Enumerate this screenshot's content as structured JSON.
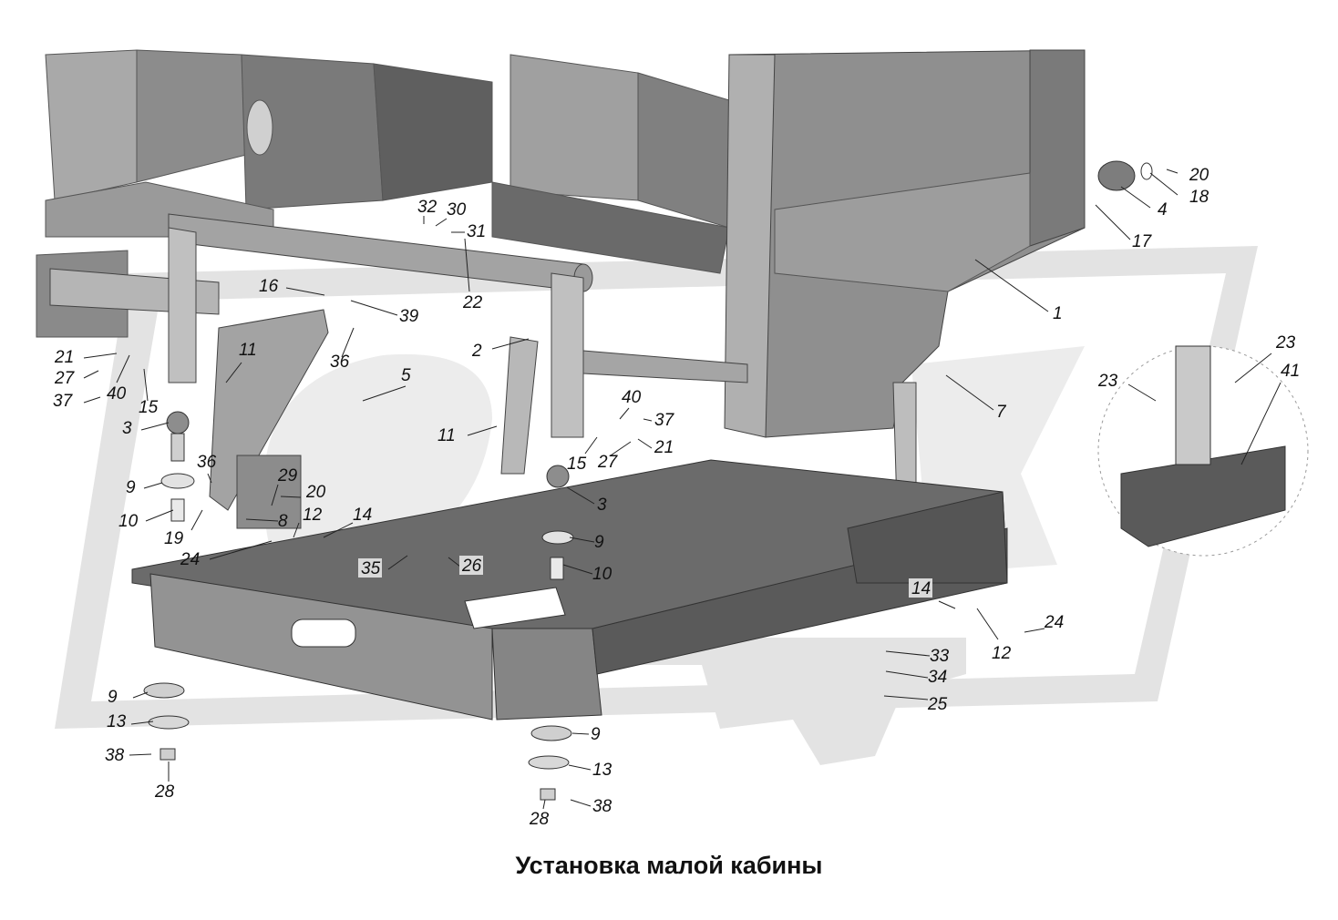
{
  "caption": "Установка малой кабины",
  "watermark_text": "МАЗ",
  "colors": {
    "background": "#ffffff",
    "watermark": "#e3e3e3",
    "panel_light": "#a9a9a9",
    "panel_mid": "#8c8c8c",
    "panel_dark": "#5f5f5f",
    "frame_dark": "#5a5a5a",
    "frame_top": "#6b6b6b",
    "line": "#222222"
  },
  "parts": [
    {
      "id": "p20a",
      "label": "20",
      "highlight": false
    },
    {
      "id": "p18",
      "label": "18",
      "highlight": false
    },
    {
      "id": "p4",
      "label": "4",
      "highlight": false
    },
    {
      "id": "p17",
      "label": "17",
      "highlight": false
    },
    {
      "id": "p1",
      "label": "1",
      "highlight": false
    },
    {
      "id": "p7",
      "label": "7",
      "highlight": false
    },
    {
      "id": "p32",
      "label": "32",
      "highlight": false
    },
    {
      "id": "p30",
      "label": "30",
      "highlight": false
    },
    {
      "id": "p31",
      "label": "31",
      "highlight": false
    },
    {
      "id": "p22",
      "label": "22",
      "highlight": false
    },
    {
      "id": "p16",
      "label": "16",
      "highlight": false
    },
    {
      "id": "p39",
      "label": "39",
      "highlight": false
    },
    {
      "id": "p2",
      "label": "2",
      "highlight": false
    },
    {
      "id": "p36a",
      "label": "36",
      "highlight": false
    },
    {
      "id": "p5",
      "label": "5",
      "highlight": false
    },
    {
      "id": "p11a",
      "label": "11",
      "highlight": false
    },
    {
      "id": "p11b",
      "label": "11",
      "highlight": false
    },
    {
      "id": "p21a",
      "label": "21",
      "highlight": false
    },
    {
      "id": "p27a",
      "label": "27",
      "highlight": false
    },
    {
      "id": "p37a",
      "label": "37",
      "highlight": false
    },
    {
      "id": "p40a",
      "label": "40",
      "highlight": false
    },
    {
      "id": "p15a",
      "label": "15",
      "highlight": false
    },
    {
      "id": "p3a",
      "label": "3",
      "highlight": false
    },
    {
      "id": "p36b",
      "label": "36",
      "highlight": false
    },
    {
      "id": "p9a",
      "label": "9",
      "highlight": false
    },
    {
      "id": "p10a",
      "label": "10",
      "highlight": false
    },
    {
      "id": "p19",
      "label": "19",
      "highlight": false
    },
    {
      "id": "p24a",
      "label": "24",
      "highlight": false
    },
    {
      "id": "p29",
      "label": "29",
      "highlight": false
    },
    {
      "id": "p20b",
      "label": "20",
      "highlight": false
    },
    {
      "id": "p8",
      "label": "8",
      "highlight": false
    },
    {
      "id": "p12a",
      "label": "12",
      "highlight": false
    },
    {
      "id": "p14a",
      "label": "14",
      "highlight": false
    },
    {
      "id": "p40b",
      "label": "40",
      "highlight": false
    },
    {
      "id": "p37b",
      "label": "37",
      "highlight": false
    },
    {
      "id": "p21b",
      "label": "21",
      "highlight": false
    },
    {
      "id": "p15b",
      "label": "15",
      "highlight": false
    },
    {
      "id": "p27b",
      "label": "27",
      "highlight": false
    },
    {
      "id": "p3b",
      "label": "3",
      "highlight": false
    },
    {
      "id": "p9b",
      "label": "9",
      "highlight": false
    },
    {
      "id": "p10b",
      "label": "10",
      "highlight": false
    },
    {
      "id": "p35",
      "label": "35",
      "highlight": true
    },
    {
      "id": "p26",
      "label": "26",
      "highlight": true
    },
    {
      "id": "p14b",
      "label": "14",
      "highlight": true
    },
    {
      "id": "p12b",
      "label": "12",
      "highlight": false
    },
    {
      "id": "p24b",
      "label": "24",
      "highlight": false
    },
    {
      "id": "p33",
      "label": "33",
      "highlight": false
    },
    {
      "id": "p34",
      "label": "34",
      "highlight": false
    },
    {
      "id": "p25",
      "label": "25",
      "highlight": false
    },
    {
      "id": "p23a",
      "label": "23",
      "highlight": false
    },
    {
      "id": "p23b",
      "label": "23",
      "highlight": false
    },
    {
      "id": "p41",
      "label": "41",
      "highlight": false
    },
    {
      "id": "p9c",
      "label": "9",
      "highlight": false
    },
    {
      "id": "p13a",
      "label": "13",
      "highlight": false
    },
    {
      "id": "p38a",
      "label": "38",
      "highlight": false
    },
    {
      "id": "p28a",
      "label": "28",
      "highlight": false
    },
    {
      "id": "p9d",
      "label": "9",
      "highlight": false
    },
    {
      "id": "p13b",
      "label": "13",
      "highlight": false
    },
    {
      "id": "p28b",
      "label": "28",
      "highlight": false
    },
    {
      "id": "p38b",
      "label": "38",
      "highlight": false
    }
  ]
}
